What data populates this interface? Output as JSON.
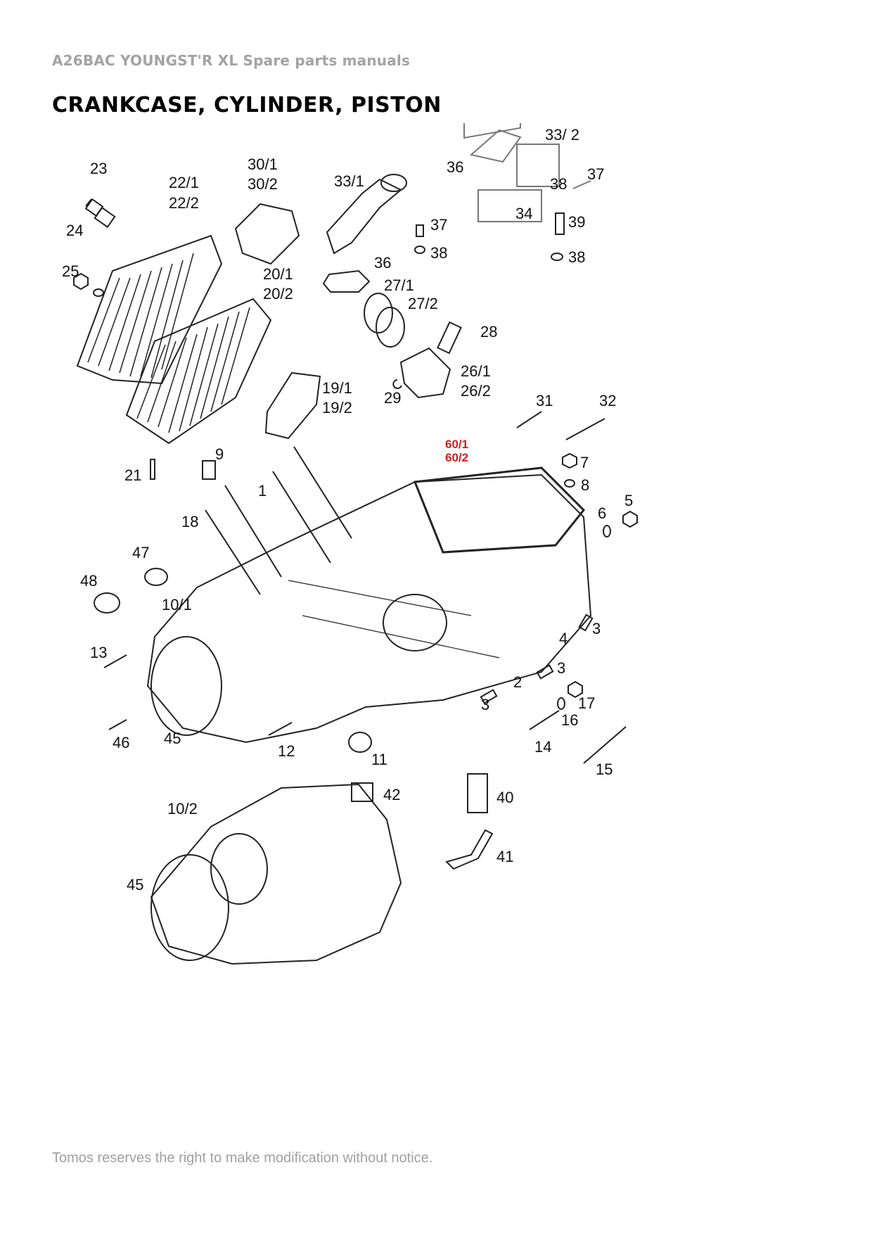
{
  "header": {
    "text": "A26BAC YOUNGST'R XL  Spare parts manuals"
  },
  "title": "CRANKCASE, CYLINDER, PISTON",
  "footer": "Tomos reserves the right to make modification without notice.",
  "labels": {
    "p23": "23",
    "p22_1": "22/1",
    "p22_2": "22/2",
    "p30_1": "30/1",
    "p30_2": "30/2",
    "p33_1": "33/1",
    "p33_2": "33/ 2",
    "p36a": "36",
    "p37a": "37",
    "p38a": "38",
    "p34": "34",
    "p39": "39",
    "p38b": "38",
    "p24": "24",
    "p25": "25",
    "p37b": "37",
    "p38c": "38",
    "p36b": "36",
    "p20_1": "20/1",
    "p20_2": "20/2",
    "p27_1": "27/1",
    "p27_2": "27/2",
    "p28": "28",
    "p26_1": "26/1",
    "p26_2": "26/2",
    "p29": "29",
    "p19_1": "19/1",
    "p19_2": "19/2",
    "p31": "31",
    "p32": "32",
    "p60_1": "60/1",
    "p60_2": "60/2",
    "p7": "7",
    "p8": "8",
    "p5": "5",
    "p6": "6",
    "p21": "21",
    "p9": "9",
    "p1": "1",
    "p18": "18",
    "p47": "47",
    "p48": "48",
    "p10_1": "10/1",
    "p3a": "3",
    "p4": "4",
    "p3b": "3",
    "p2": "2",
    "p3c": "3",
    "p13": "13",
    "p17": "17",
    "p16": "16",
    "p46": "46",
    "p45a": "45",
    "p12": "12",
    "p11": "11",
    "p14": "14",
    "p15": "15",
    "p42": "42",
    "p40": "40",
    "p10_2": "10/2",
    "p41": "41",
    "p45b": "45"
  }
}
